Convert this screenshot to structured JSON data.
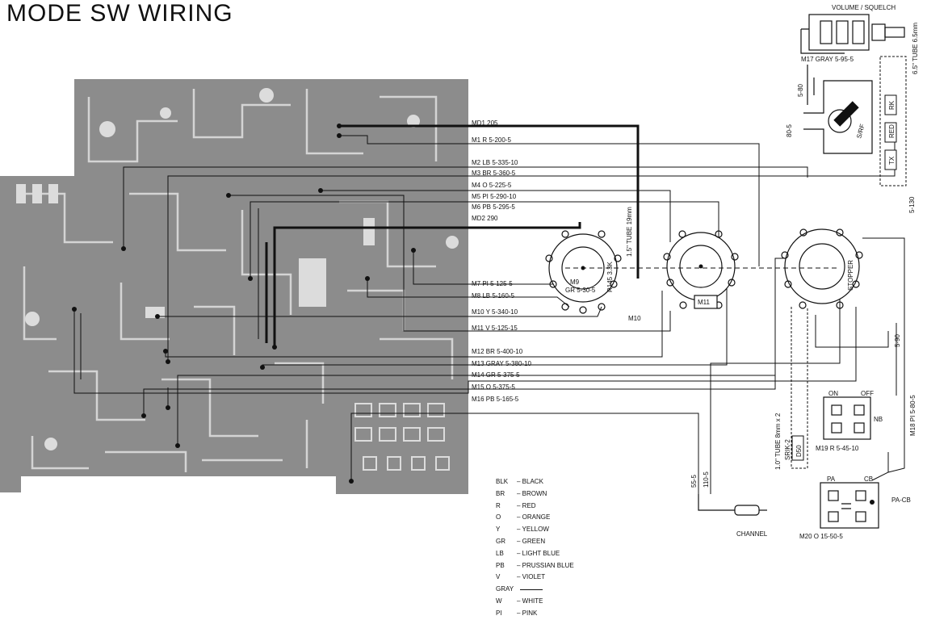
{
  "title": "MODE SW WIRING",
  "wire_labels": [
    "MD1 205",
    "M1 R 5-200-5",
    "M2 LB 5-335-10",
    "M3 BR 5-360-5",
    "M4 O 5-225-5",
    "M5 PI 5-290-10",
    "M6 PB 5-295-5",
    "MD2 290",
    "M7 PI 5-125-5",
    "M8 LB 5-160-5",
    "M10 Y 5-340-10",
    "M11 V 5-125-15",
    "M12 BR 5-400-10",
    "M13 GRAY 5-380-10",
    "M14 GR 5-375-5",
    "M15 O 5-375-5",
    "M16 PB 5-165-5"
  ],
  "component_labels": {
    "volume_squelch": "VOLUME / SQUELCH",
    "m17": "M17 GRAY 5-95-5",
    "tube_top": "6.5\" TUBE 6.5mm",
    "s_rf": "S/RF",
    "rk": "RK",
    "red": "RED",
    "tx": "TX",
    "w_5_80": "5-80",
    "w_80_5": "80-5",
    "w_5_130": "5-130",
    "m9": "M9",
    "m9_gr": "GR 5-30-5",
    "r145": "R145 3.3K",
    "tube_19": "1.5\" TUBE 19mm",
    "m10": "M10",
    "m11": "M11",
    "stopper": "STOPPER",
    "w_5_90": "5-90",
    "on": "ON",
    "off": "OFF",
    "nb": "NB",
    "m18": "M18 PI 5-80-5",
    "m19": "M19 R 5-45-10",
    "srik2": "SRIK-2",
    "d50": "D50",
    "tube_8mm": "1.0\" TUBE 8mm x 2",
    "pa": "PA",
    "cb": "CB",
    "pa_cb": "PA-CB",
    "m20": "M20 O 15-50-5",
    "w_55_5": "55-5",
    "w_110_5": "110-5",
    "channel": "CHANNEL"
  },
  "legend": [
    {
      "code": "BLK",
      "name": "BLACK"
    },
    {
      "code": "BR",
      "name": "BROWN"
    },
    {
      "code": "R",
      "name": "RED"
    },
    {
      "code": "O",
      "name": "ORANGE"
    },
    {
      "code": "Y",
      "name": "YELLOW"
    },
    {
      "code": "GR",
      "name": "GREEN"
    },
    {
      "code": "LB",
      "name": "LIGHT BLUE"
    },
    {
      "code": "PB",
      "name": "PRUSSIAN BLUE"
    },
    {
      "code": "V",
      "name": "VIOLET"
    },
    {
      "code": "GRAY",
      "name": ""
    },
    {
      "code": "W",
      "name": "WHITE"
    },
    {
      "code": "PI",
      "name": "PINK"
    }
  ],
  "colors": {
    "board": "#8c8c8c",
    "trace": "#d9d9d9",
    "wire": "#111111"
  }
}
